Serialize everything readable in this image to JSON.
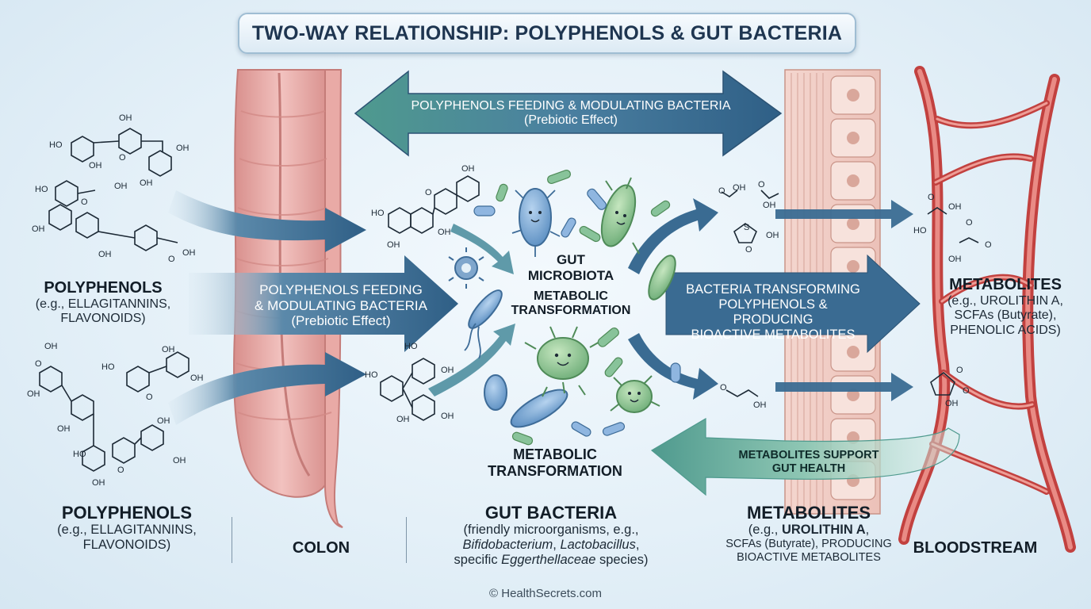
{
  "title": "TWO-WAY RELATIONSHIP: POLYPHENOLS & GUT BACTERIA",
  "top_arrow": {
    "line1": "POLYPHENOLS FEEDING & MODULATING BACTERIA",
    "line2": "(Prebiotic Effect)"
  },
  "middle_arrow": {
    "line1": "POLYPHENOLS FEEDING",
    "line2": "& MODULATING BACTERIA",
    "line3": "(Prebiotic Effect)"
  },
  "right_arrow": {
    "line1": "BACTERIA TRANSFORMING",
    "line2": "POLYPHENOLS & PRODUCING",
    "line3": "BIOACTIVE METABOLITES"
  },
  "return_arrow": {
    "line1": "METABOLITES SUPPORT",
    "line2": "GUT HEALTH"
  },
  "left_label": {
    "heading": "POLYPHENOLS",
    "line1": "(e.g., ELLAGITANNINS,",
    "line2": "FLAVONOIDS)"
  },
  "center_label": {
    "line1": "GUT",
    "line2": "MICROBIOTA",
    "line3": "METABOLIC",
    "line4": "TRANSFORMATION"
  },
  "lower_center_label": {
    "line1": "METABOLIC",
    "line2": "TRANSFORMATION"
  },
  "right_label": {
    "heading": "METABOLITES",
    "line1": "(e.g., UROLITHIN A,",
    "line2": "SCFAs (Butyrate),",
    "line3": "PHENOLIC ACIDS)"
  },
  "bottom": {
    "polyphenols": {
      "heading": "POLYPHENOLS",
      "line1": "(e.g., ELLAGITANNINS,",
      "line2": "FLAVONOIDS)"
    },
    "colon": {
      "heading": "COLON"
    },
    "gut_bacteria": {
      "heading": "GUT BACTERIA",
      "line1": "(friendly microorganisms, e.g.,",
      "line2_a": "Bifidobacterium",
      "line2_b": ", ",
      "line2_c": "Lactobacillus",
      "line2_d": ",",
      "line3_a": "specific ",
      "line3_b": "Eggerthellaceae",
      "line3_c": " species)"
    },
    "metabolites": {
      "heading": "METABOLITES",
      "line1_a": "(e.g., ",
      "line1_b": "UROLITHIN A",
      "line1_c": ",",
      "line2": "SCFAs (Butyrate), PRODUCING",
      "line3": "BIOACTIVE METABOLITES"
    },
    "bloodstream": {
      "heading": "BLOODSTREAM"
    }
  },
  "chemical_labels": {
    "hydroxyl": "OH",
    "ho": "HO",
    "oxygen": "O",
    "sulfur": "S"
  },
  "copyright": "© HealthSecrets.com",
  "colors": {
    "arrow_dark": "#2f5f86",
    "arrow_teal": "#4f9a8e",
    "colon": "#e7a7a4",
    "vessel": "#c2413f",
    "bacteria_blue": "#6b9fd0",
    "bacteria_green": "#7fc08a"
  }
}
